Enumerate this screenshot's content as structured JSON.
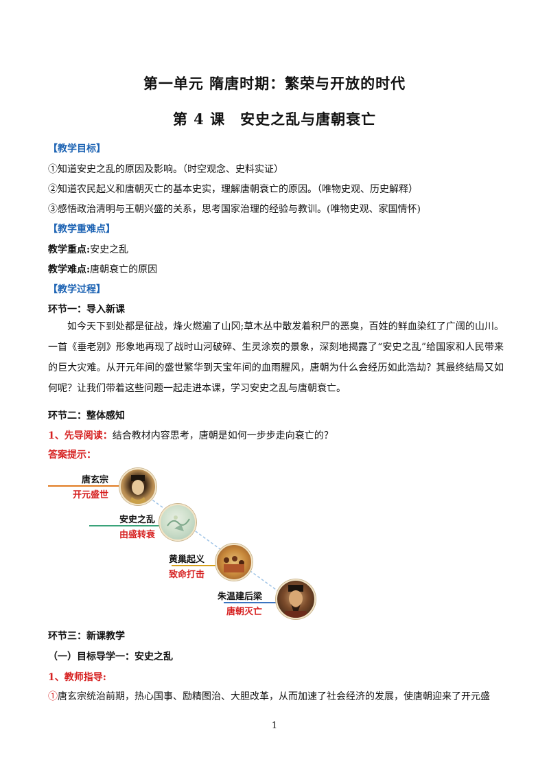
{
  "doc": {
    "unit_title": "第一单元 隋唐时期：繁荣与开放的时代",
    "lesson_title": "第 4 课　安史之乱与唐朝衰亡",
    "section_goals": "【教学目标】",
    "goal1": "①知道安史之乱的原因及影响。（时空观念、史料实证）",
    "goal2": "②知道农民起义和唐朝灭亡的基本史实，理解唐朝衰亡的原因。（唯物史观、历史解释）",
    "goal3": "③感悟政治清明与王朝兴盛的关系，思考国家治理的经验与教训。(唯物史观、家国情怀)",
    "section_key": "【教学重难点】",
    "key_label": "教学重点:",
    "key_value": "安史之乱",
    "diff_label": "教学难点:",
    "diff_value": "唐朝衰亡的原因",
    "section_process": "【教学过程】",
    "step1": "环节一：导入新课",
    "intro_para": "如今天下到处都是征战，烽火燃遍了山冈;草木丛中散发着积尸的恶臭，百姓的鲜血染红了广阔的山川。一首《垂老别》形象地再现了战时山河破碎、生灵涂炭的景象，深刻地揭露了“安史之乱”给国家和人民带来的巨大灾难。从开元年间的盛世繁华到天宝年间的血雨腥风，唐朝为什么会经历如此浩劫？其最终结局又如何呢？让我们带着这些问题一起走进本课，学习安史之乱与唐朝衰亡。",
    "step2": "环节二：整体感知",
    "pre_read_label": "1、先导阅读：",
    "pre_read_text": "结合教材内容思考，唐朝是如何一步步走向衰亡的？",
    "answer_hint": "答案提示：",
    "timeline": [
      {
        "title": "唐玄宗",
        "sub": "开元盛世"
      },
      {
        "title": "安史之乱",
        "sub": "由盛转衰"
      },
      {
        "title": "黄巢起义",
        "sub": "致命打击"
      },
      {
        "title": "朱温建后梁",
        "sub": "唐朝灭亡"
      }
    ],
    "step3": "环节三：新课教学",
    "target1": "（一）目标导学一：安史之乱",
    "teacher_guide": "1、教师指导:",
    "guide_marker": "①",
    "guide_text": "唐玄宗统治前期，热心国事、励精图治、大胆改革，从而加速了社会经济的发展，使唐朝迎来了开元盛",
    "page_number": "1"
  },
  "colors": {
    "heading_blue": "#1e64b4",
    "accent_red": "#d62020"
  }
}
